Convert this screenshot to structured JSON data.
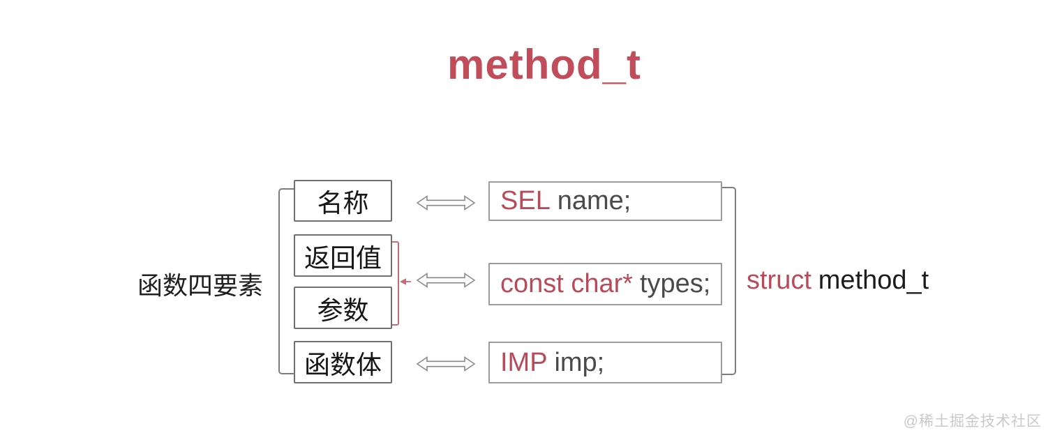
{
  "title": "method_t",
  "diagram": {
    "category_label": "函数四要素",
    "function_elements": [
      "名称",
      "返回值",
      "参数",
      "函数体"
    ],
    "struct_members": [
      {
        "type": "SEL",
        "field": "name;"
      },
      {
        "type": "const char*",
        "field": "types;"
      },
      {
        "type": "IMP",
        "field": "imp;"
      }
    ],
    "struct_label": {
      "keyword": "struct",
      "name": "method_t"
    },
    "arrow_icon": "left-right-double-arrow",
    "brackets": {
      "left": "groups four function elements",
      "right": "groups three struct members",
      "merge_red": "merges 返回值 and 参数 into types"
    }
  },
  "watermark": "@稀土掘金技术社区",
  "colors": {
    "title_red": "#c14d5a",
    "keyword_red": "#b94a59",
    "merge_bracket_red": "#c96b77",
    "dark_text": "#1f1f1f",
    "code_text": "#4a4a4a",
    "box_border_left": "#6e6e6e",
    "box_border_right": "#9b9b9b",
    "bracket_gray": "#7d7d7d",
    "arrow_gray": "#8a8a8a",
    "watermark_gray": "#c9c9c9",
    "background": "#ffffff"
  }
}
